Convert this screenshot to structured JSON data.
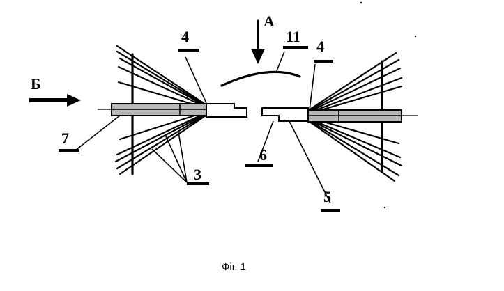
{
  "figure": {
    "labels": {
      "a": "A",
      "b": "Б",
      "n3": "3",
      "n4_left": "4",
      "n4_right": "4",
      "n5": "5",
      "n6": "6",
      "n7": "7",
      "n11": "11"
    },
    "caption": "Фіг. 1"
  }
}
